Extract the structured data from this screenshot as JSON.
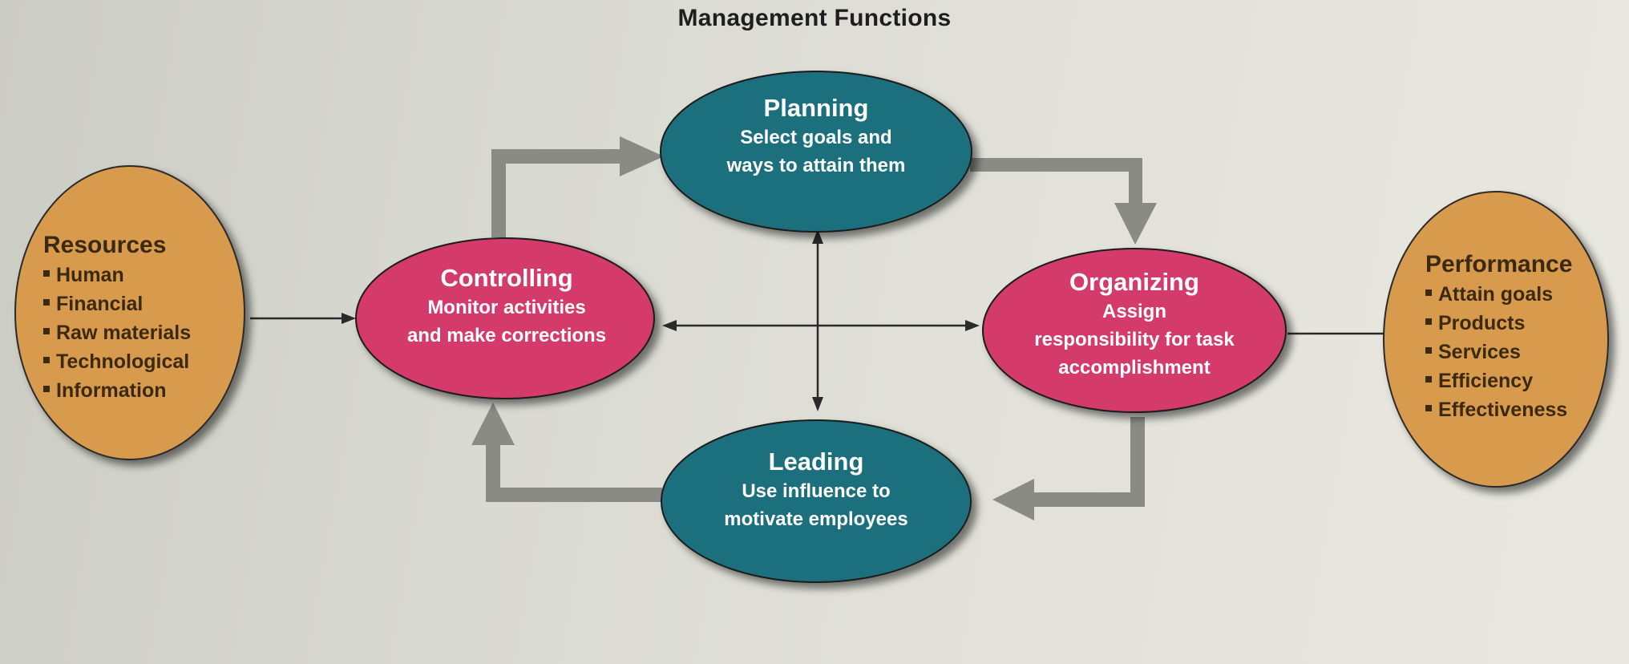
{
  "diagram": {
    "title": "Management Functions",
    "nodes": {
      "planning": {
        "title": "Planning",
        "desc_lines": [
          "Select goals and",
          "ways to attain them"
        ]
      },
      "organizing": {
        "title": "Organizing",
        "desc_lines": [
          "Assign",
          "responsibility for task",
          "accomplishment"
        ]
      },
      "leading": {
        "title": "Leading",
        "desc_lines": [
          "Use influence to",
          "motivate employees"
        ]
      },
      "controlling": {
        "title": "Controlling",
        "desc_lines": [
          "Monitor activities",
          "and make corrections"
        ]
      }
    },
    "resources": {
      "title": "Resources",
      "items": [
        "Human",
        "Financial",
        "Raw materials",
        "Technological",
        "Information"
      ]
    },
    "performance": {
      "title": "Performance",
      "items": [
        "Attain goals",
        "Products",
        "Services",
        "Efficiency",
        "Effectiveness"
      ]
    },
    "colors": {
      "teal": "#1d6f7d",
      "pink": "#d43a6a",
      "orange": "#d89a4e",
      "arrow_gray": "#8b8b86",
      "connector": "#2a2a2a"
    }
  }
}
